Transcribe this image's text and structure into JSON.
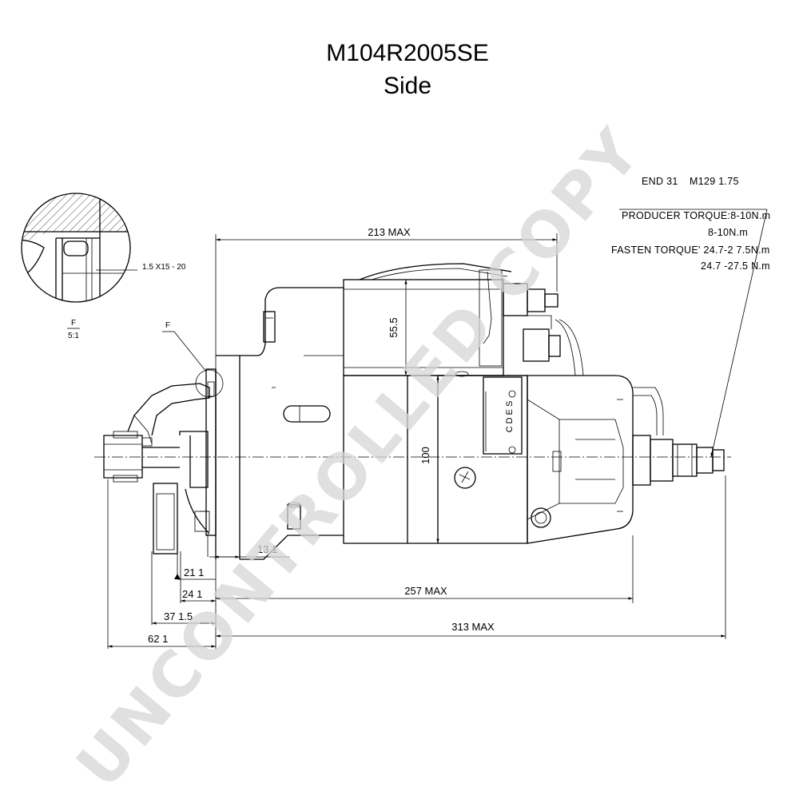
{
  "title": {
    "part_number": "M104R2005SE",
    "view": "Side"
  },
  "watermark": "UNCONTROLLED COPY",
  "detail": {
    "label": "F",
    "scale": "5:1",
    "dimension": "1.5 X15 - 20"
  },
  "callout": {
    "label": "F"
  },
  "notes": {
    "end": "END 31",
    "thread": "M129 1.75",
    "producer_torque_1": "PRODUCER TORQUE:8-10N.m",
    "producer_torque_2": "8-10N.m",
    "fasten_torque_1": "FASTEN TORQUE' 24.7-2 7.5N.m",
    "fasten_torque_2": "24.7 -27.5 N.m"
  },
  "dimensions": {
    "d213": "213 MAX",
    "d55": "55.5",
    "d100": "100",
    "d13": "13 1",
    "d21": "21 1",
    "d24": "24 1",
    "d257": "257 MAX",
    "d37": "37 1.5",
    "d62": "62 1",
    "d313": "313 MAX"
  },
  "markings": {
    "cdes": "CDES"
  }
}
